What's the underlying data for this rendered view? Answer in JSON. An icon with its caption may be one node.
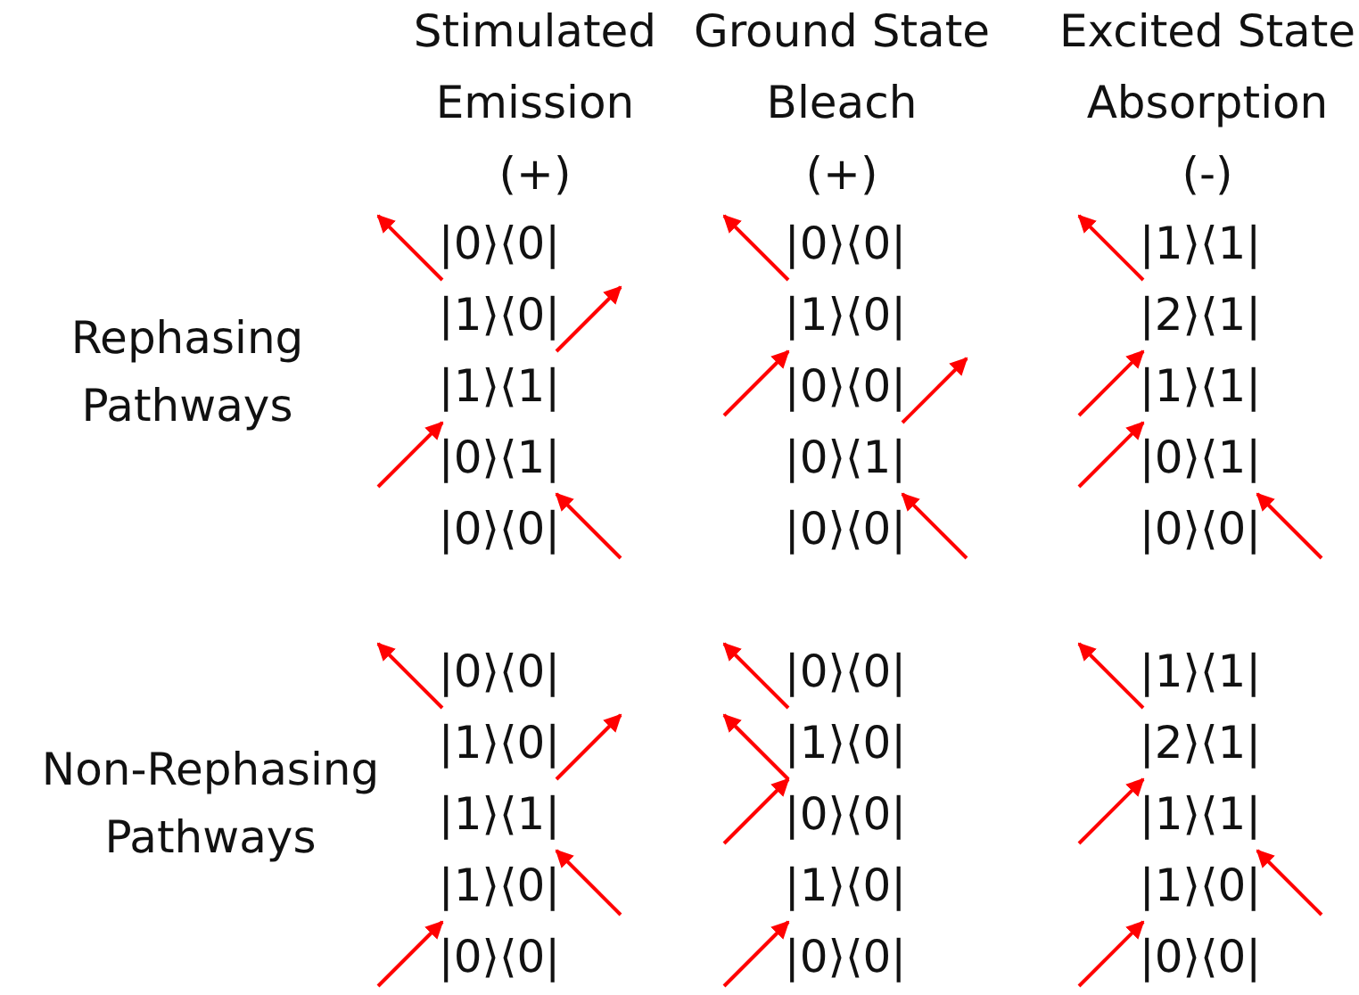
{
  "diagram": {
    "labels": [
      "Stimulated Emission",
      "(+)",
      "Ground State Bleach",
      "(+)",
      "Excited State Absorption",
      "(-)",
      "Rephasing Pathways",
      "Non-Rephasing Pathways",
      "|0⟩⟨0|",
      "|1⟩⟨0|",
      "|1⟩⟨1|",
      "|0⟩⟨1|",
      "|0⟩⟨0|",
      "|0⟩⟨0|",
      "|1⟩⟨0|",
      "|0⟩⟨0|",
      "|0⟩⟨1|",
      "|0⟩⟨0|",
      "|1⟩⟨1|",
      "|2⟩⟨1|",
      "|1⟩⟨1|",
      "|0⟩⟨1|",
      "|0⟩⟨0|",
      "|0⟩⟨0|",
      "|1⟩⟨0|",
      "|1⟩⟨1|",
      "|1⟩⟨0|",
      "|0⟩⟨0|",
      "|0⟩⟨0|",
      "|1⟩⟨0|",
      "|0⟩⟨0|",
      "|1⟩⟨0|",
      "|0⟩⟨0|",
      "|1⟩⟨1|",
      "|2⟩⟨1|",
      "|1⟩⟨1|",
      "|1⟩⟨0|",
      "|0⟩⟨0|"
    ]
  }
}
